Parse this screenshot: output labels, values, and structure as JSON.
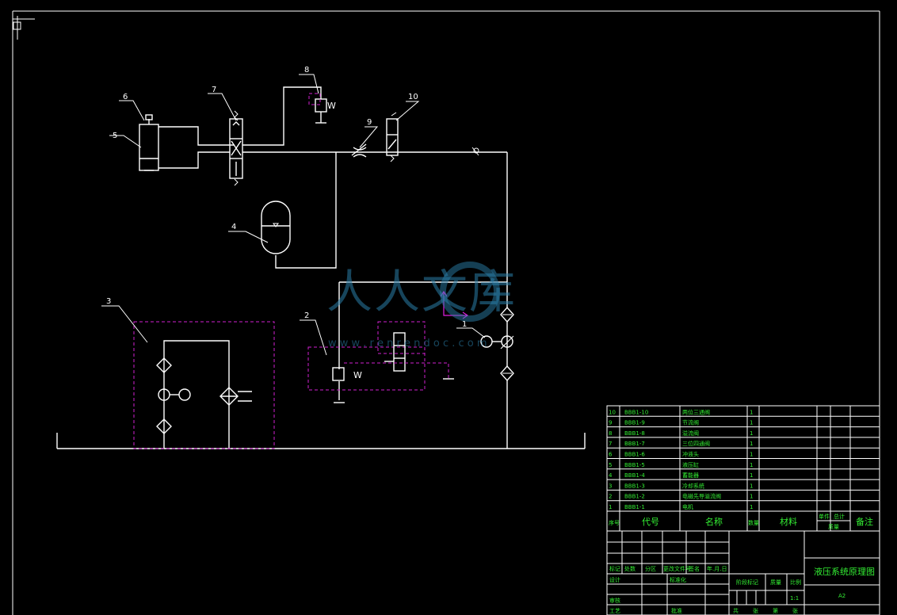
{
  "labels": [
    "1",
    "2",
    "3",
    "4",
    "5",
    "6",
    "7",
    "8",
    "9",
    "10"
  ],
  "spring_mark": "W",
  "watermark": {
    "text": "人人文库",
    "url": "w w w . r e n r e n d o c . c o m"
  },
  "bom": {
    "rows": [
      {
        "no": "10",
        "code": "BBB1-10",
        "name": "两位三通阀",
        "qty": "1"
      },
      {
        "no": "9",
        "code": "BBB1-9",
        "name": "节流阀",
        "qty": "1"
      },
      {
        "no": "8",
        "code": "BBB1-8",
        "name": "溢流阀",
        "qty": "1"
      },
      {
        "no": "7",
        "code": "BBB1-7",
        "name": "三位四通阀",
        "qty": "1"
      },
      {
        "no": "6",
        "code": "BBB1-6",
        "name": "冲液头",
        "qty": "1"
      },
      {
        "no": "5",
        "code": "BBB1-5",
        "name": "液压缸",
        "qty": "1"
      },
      {
        "no": "4",
        "code": "BBB1-4",
        "name": "蓄能器",
        "qty": "1"
      },
      {
        "no": "3",
        "code": "BBB1-3",
        "name": "冷却系统",
        "qty": "1"
      },
      {
        "no": "2",
        "code": "BBB1-2",
        "name": "电磁先导溢流阀",
        "qty": "1"
      },
      {
        "no": "1",
        "code": "BBB1-1",
        "name": "电机",
        "qty": "1"
      }
    ],
    "header": {
      "no": "序号",
      "code": "代号",
      "name": "名称",
      "qty": "数量",
      "material": "材料",
      "single": "单件",
      "total": "总计",
      "weight": "质量",
      "remark": "备注"
    }
  },
  "title_block": {
    "drawing_title": "液压系统原理图",
    "size": "A2",
    "scale": "1:1",
    "stage_mark": "阶段标记",
    "weight": "质量",
    "scale_label": "比例",
    "sign_row": [
      "标记",
      "处数",
      "分区",
      "更改文件号",
      "签名",
      "年.月.日"
    ],
    "designer": "设计",
    "standardize": "标准化",
    "reviewer": "审核",
    "process": "工艺",
    "approve": "批准",
    "sheets": [
      "共",
      "张",
      "第",
      "张"
    ]
  }
}
